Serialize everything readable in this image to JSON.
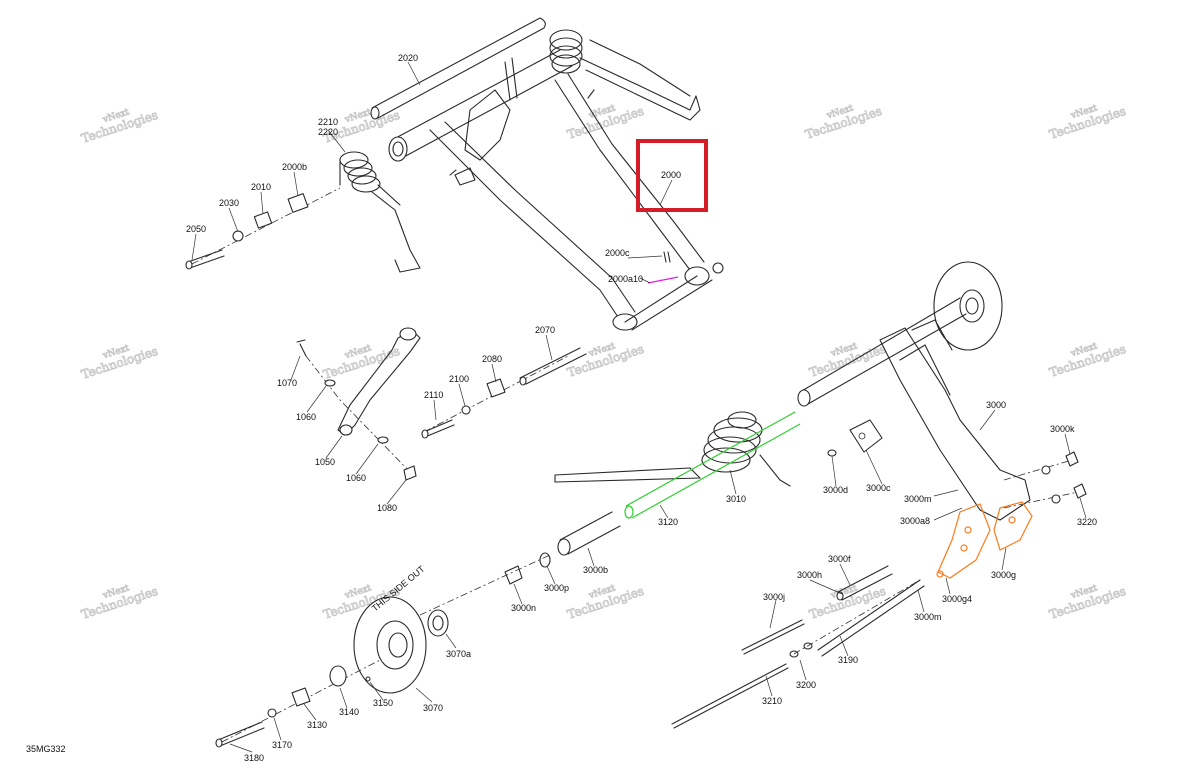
{
  "diagram": {
    "drawing_number": "35MG332",
    "watermark_line1": "vNext",
    "watermark_line2": "Technologies",
    "highlight_color": "#d41d27",
    "green_highlight_color": "#2fd02f",
    "orange_highlight_color": "#ff7a1a",
    "magenta_highlight_color": "#e21ee2",
    "wheel_text": "THIS SIDE OUT",
    "labels": [
      "2020",
      "2210",
      "2220",
      "2000b",
      "2010",
      "2030",
      "2050",
      "2000",
      "2000c",
      "2000a10",
      "2070",
      "2080",
      "2100",
      "2110",
      "1070",
      "1060",
      "1050",
      "1060",
      "1080",
      "3000",
      "3000k",
      "3000d",
      "3000c",
      "3000m",
      "3000a8",
      "3220",
      "3010",
      "3120",
      "3000b",
      "3000p",
      "3000n",
      "3070a",
      "3070",
      "3150",
      "3140",
      "3130",
      "3170",
      "3180",
      "3000f",
      "3000h",
      "3000j",
      "3000g4",
      "3000g",
      "3000m",
      "3190",
      "3200",
      "3210"
    ]
  }
}
